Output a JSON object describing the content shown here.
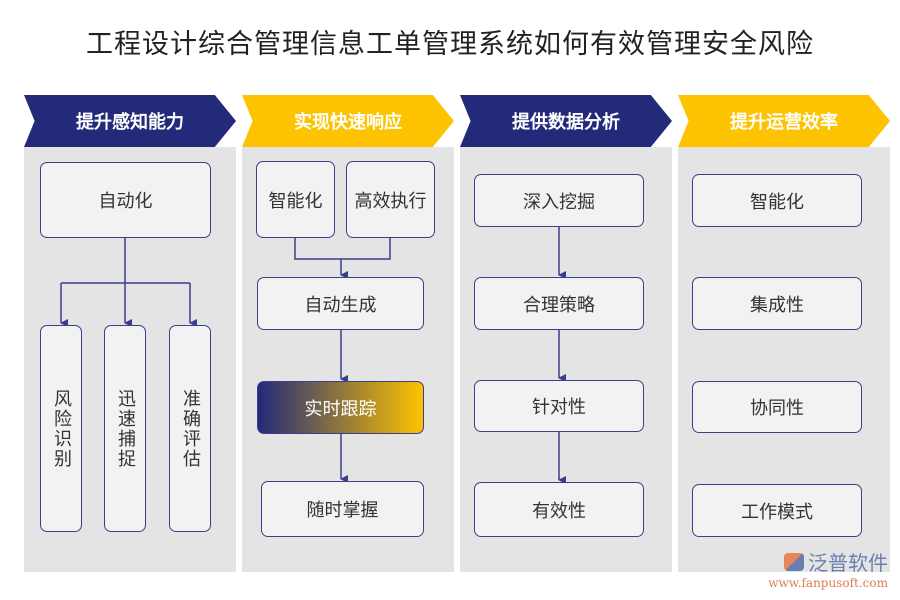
{
  "title": "工程设计综合管理信息工单管理系统如何有效管理安全风险",
  "columns": [
    {
      "header": "提升感知能力",
      "top": "自动化",
      "children": [
        "风险识别",
        "迅速捕捉",
        "准确评估"
      ]
    },
    {
      "header": "实现快速响应",
      "top": [
        "智能化",
        "高效执行"
      ],
      "steps": [
        "自动生成",
        "实时跟踪",
        "随时掌握"
      ]
    },
    {
      "header": "提供数据分析",
      "steps": [
        "深入挖掘",
        "合理策略",
        "针对性",
        "有效性"
      ]
    },
    {
      "header": "提升运营效率",
      "items": [
        "智能化",
        "集成性",
        "协同性",
        "工作模式"
      ]
    }
  ],
  "colors": {
    "navy": "#232a7a",
    "yellow": "#fdc300"
  },
  "logo": {
    "name": "泛普软件",
    "url": "www.fanpusoft.com"
  }
}
